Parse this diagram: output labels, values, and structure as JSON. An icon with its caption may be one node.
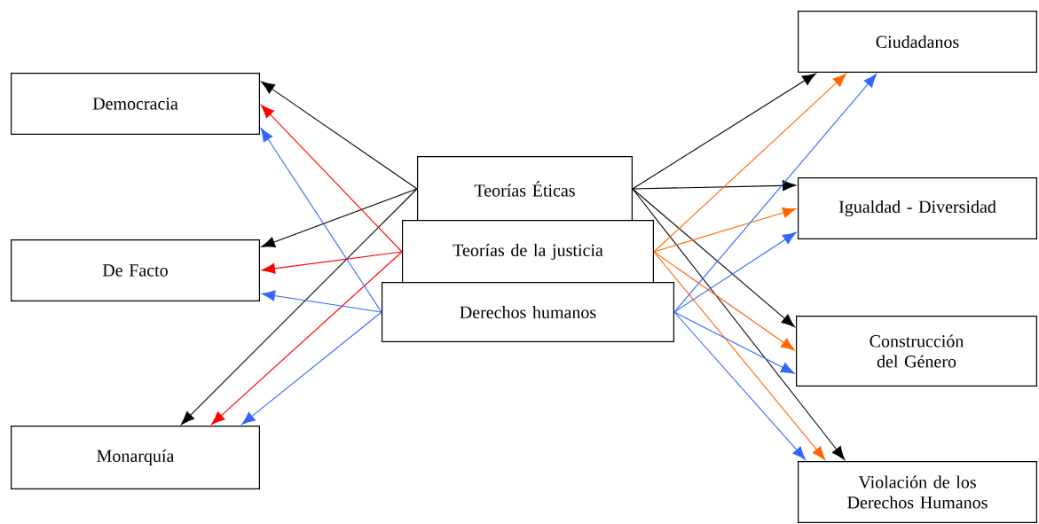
{
  "diagram": {
    "nodes": [
      {
        "text": [
          "Democracia"
        ]
      },
      {
        "text": [
          "De Facto"
        ]
      },
      {
        "text": [
          "Monarquía"
        ]
      },
      {
        "text": [
          "Teorías Éticas"
        ]
      },
      {
        "text": [
          "Teorías de la justicia"
        ]
      },
      {
        "text": [
          "Derechos humanos"
        ]
      },
      {
        "text": [
          "Ciudadanos"
        ]
      },
      {
        "text": [
          "Igualdad - Diversidad"
        ]
      },
      {
        "text": [
          "Construcción del Género"
        ]
      },
      {
        "text": [
          "Violación de los Derechos Humanos"
        ]
      }
    ],
    "edges": [
      {
        "from": 3,
        "to": 0,
        "arrow": "to"
      },
      {
        "from": 3,
        "to": 1,
        "arrow": "to"
      },
      {
        "from": 3,
        "to": 2,
        "arrow": "to"
      },
      {
        "from": 4,
        "to": 0,
        "arrow": "to",
        "color": "#ff0000"
      },
      {
        "from": 4,
        "to": 1,
        "arrow": "to",
        "color": "#ff0000"
      },
      {
        "from": 4,
        "to": 2,
        "arrow": "to",
        "color": "#ff0000"
      },
      {
        "from": 5,
        "to": 0,
        "arrow": "to",
        "color": "#3366ff"
      },
      {
        "from": 5,
        "to": 1,
        "arrow": "to",
        "color": "#3366ff"
      },
      {
        "from": 5,
        "to": 2,
        "arrow": "to",
        "color": "#3366ff"
      },
      {
        "from": 3,
        "to": 6,
        "arrow": "to"
      },
      {
        "from": 3,
        "to": 7,
        "arrow": "to"
      },
      {
        "from": 3,
        "to": 8,
        "arrow": "to"
      },
      {
        "from": 3,
        "to": 9,
        "arrow": "to"
      },
      {
        "from": 4,
        "to": 6,
        "arrow": "to",
        "color": "#ff6600"
      },
      {
        "from": 4,
        "to": 7,
        "arrow": "to",
        "color": "#ff6600"
      },
      {
        "from": 4,
        "to": 8,
        "arrow": "to",
        "color": "#ff6600"
      },
      {
        "from": 4,
        "to": 9,
        "arrow": "to",
        "color": "#ff6600"
      },
      {
        "from": 5,
        "to": 6,
        "arrow": "to",
        "color": "#3366ff"
      },
      {
        "from": 5,
        "to": 7,
        "arrow": "to",
        "color": "#3366ff"
      },
      {
        "from": 5,
        "to": 8,
        "arrow": "to",
        "color": "#3366ff"
      },
      {
        "from": 5,
        "to": 9,
        "arrow": "to",
        "color": "#3366ff"
      }
    ]
  }
}
